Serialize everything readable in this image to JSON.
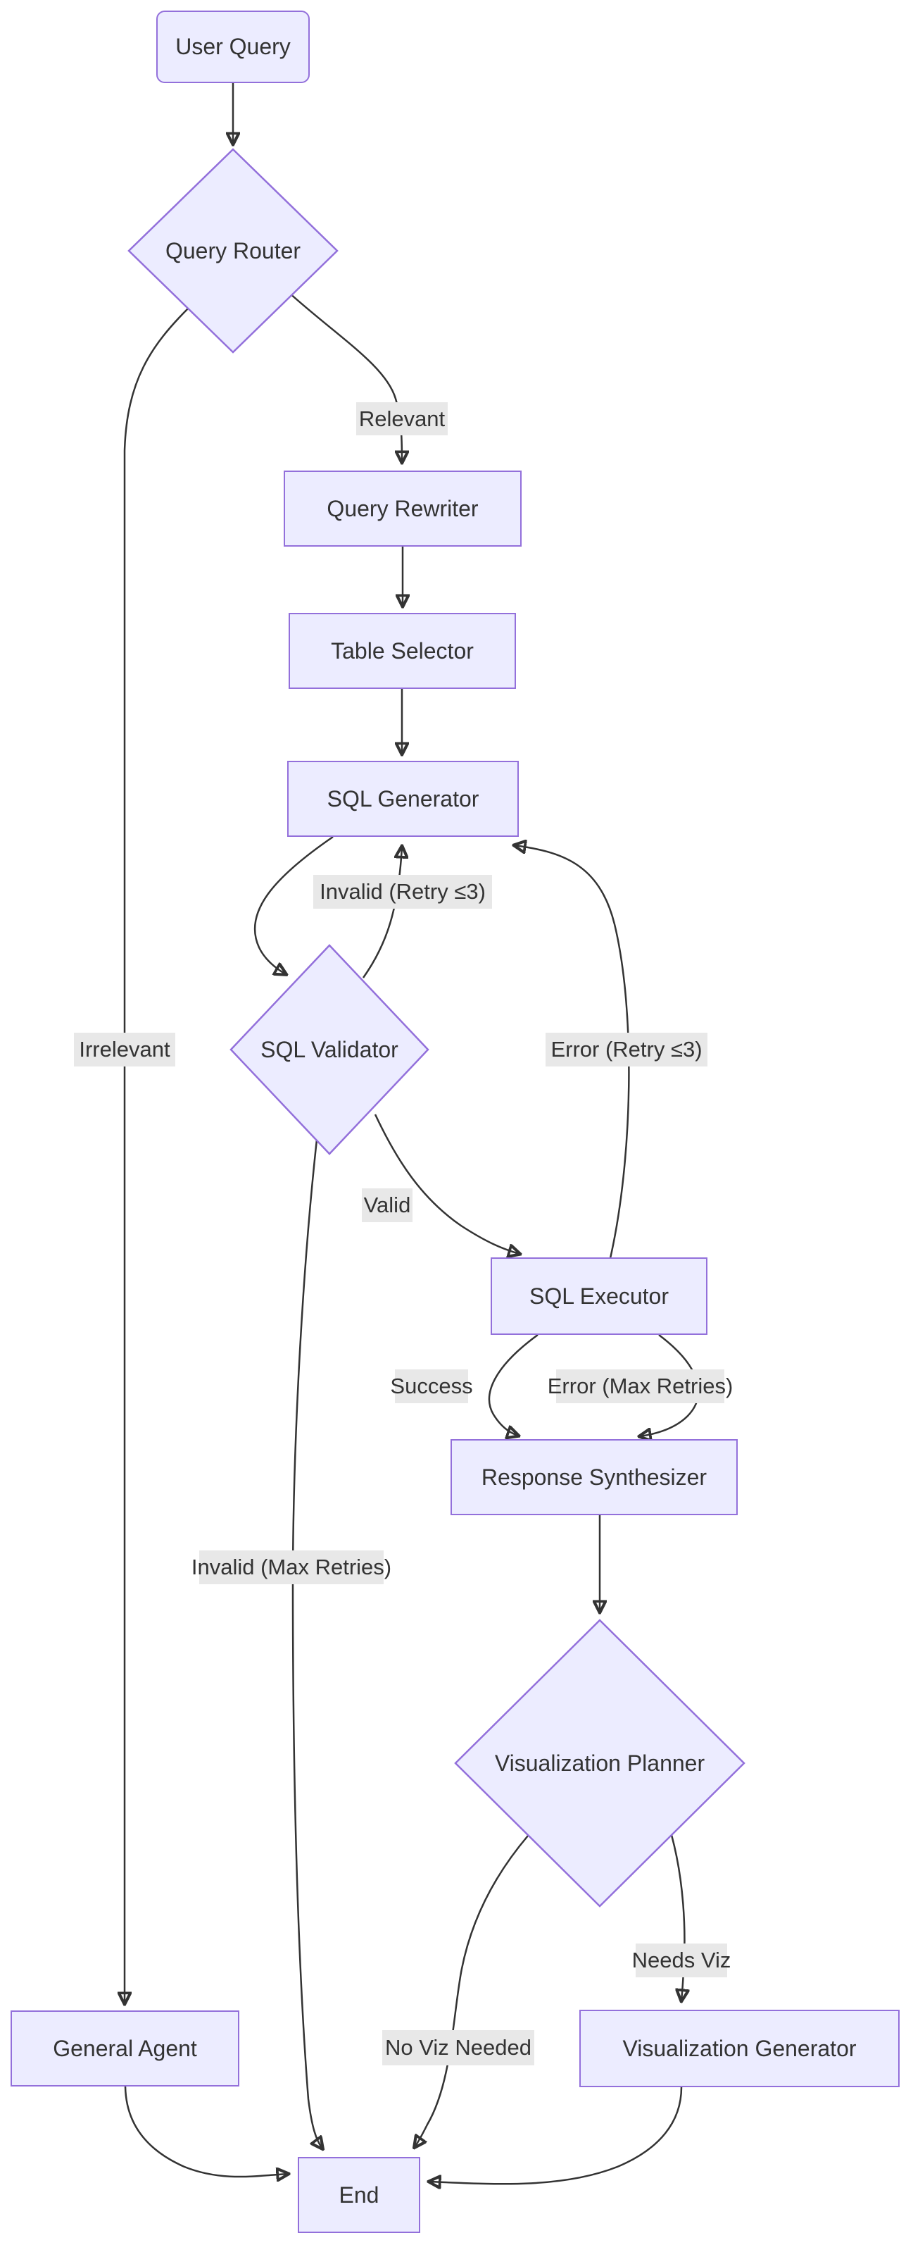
{
  "diagram": {
    "type": "flowchart-top-down",
    "colors": {
      "background": "#ffffff",
      "node_fill": "#ECECFF",
      "node_border": "#9370DB",
      "edge_line": "#333333",
      "edge_label_bg": "#e8e8e8",
      "text": "#333333"
    },
    "nodes": {
      "user_query": "User Query",
      "query_router": "Query Router",
      "query_rewriter": "Query Rewriter",
      "table_selector": "Table Selector",
      "sql_generator": "SQL Generator",
      "sql_validator": "SQL Validator",
      "sql_executor": "SQL Executor",
      "response_synthesizer": "Response Synthesizer",
      "visualization_planner": "Visualization Planner",
      "general_agent": "General Agent",
      "visualization_generator": "Visualization Generator",
      "end": "End"
    },
    "edge_labels": {
      "relevant": "Relevant",
      "irrelevant": "Irrelevant",
      "invalid_retry": "Invalid (Retry ≤3)",
      "error_retry": "Error (Retry ≤3)",
      "valid": "Valid",
      "success": "Success",
      "error_max": "Error (Max Retries)",
      "invalid_max": "Invalid (Max Retries)",
      "needs_viz": "Needs Viz",
      "no_viz": "No Viz Needed"
    }
  }
}
